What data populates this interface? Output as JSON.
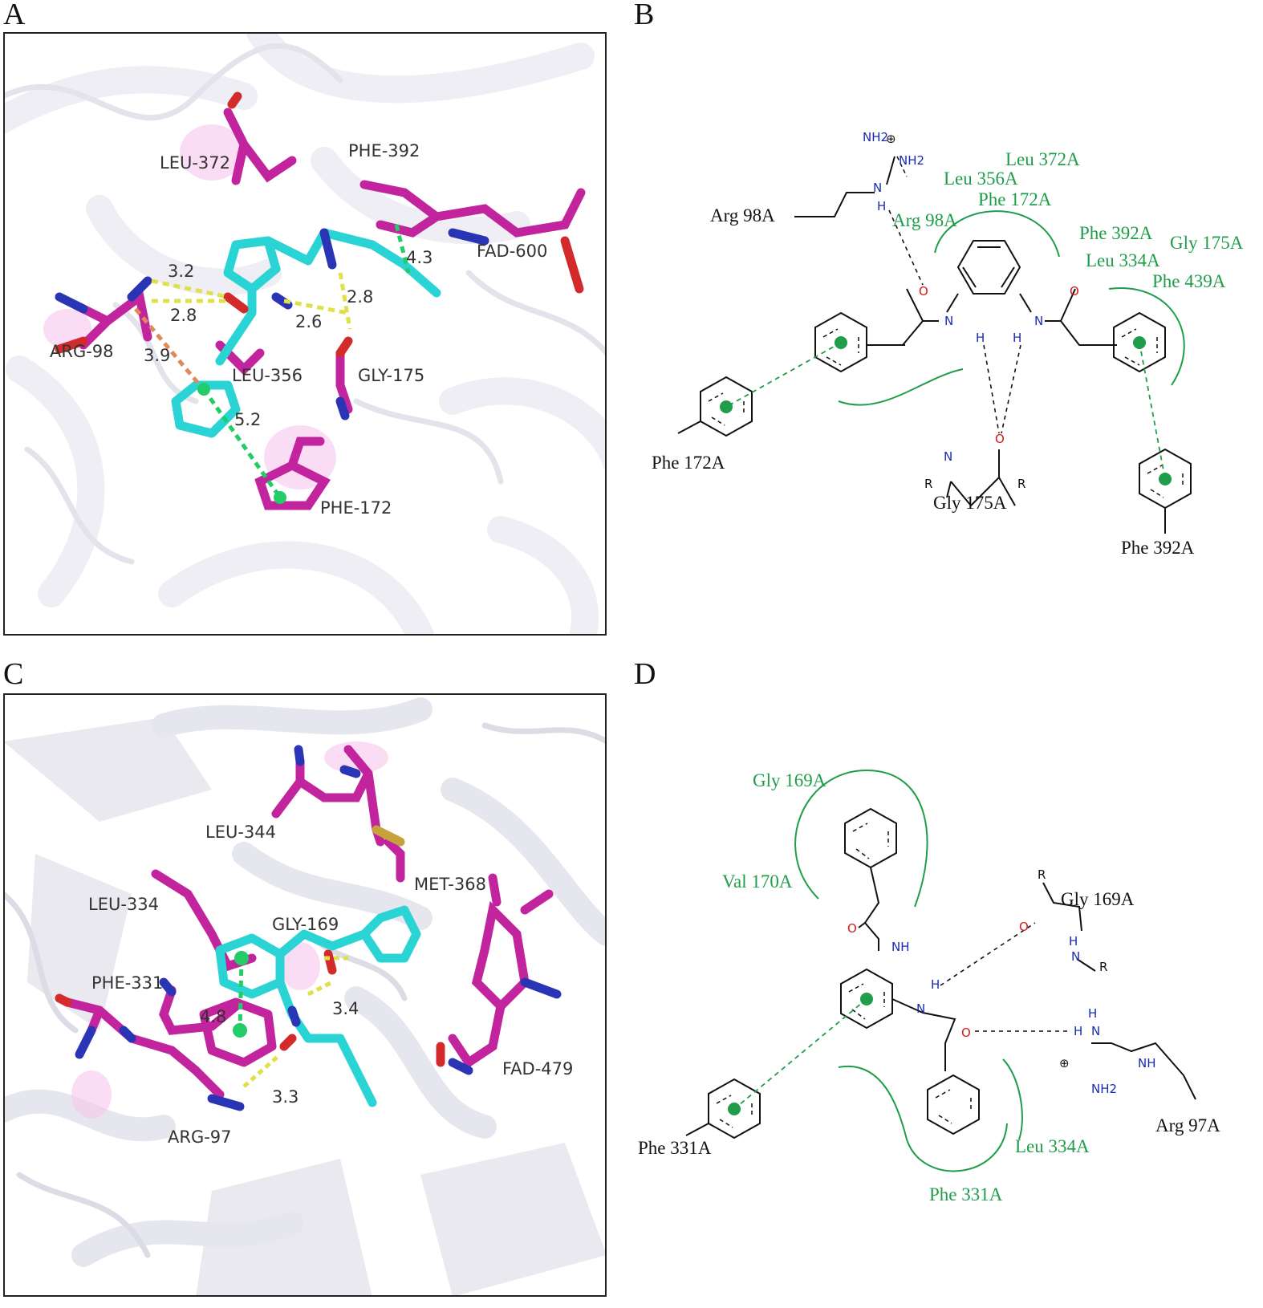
{
  "panels": {
    "a": "A",
    "b": "B",
    "c": "C",
    "d": "D"
  },
  "panel_a": {
    "residues": [
      "LEU-372",
      "PHE-392",
      "FAD-600",
      "ARG-98",
      "LEU-356",
      "GLY-175",
      "PHE-172"
    ],
    "distances": [
      "3.2",
      "2.8",
      "3.9",
      "2.6",
      "2.8",
      "5.2",
      "4.3"
    ]
  },
  "panel_b": {
    "residues": [
      "Arg 98A",
      "Phe 172A",
      "Gly 175A",
      "Phe 392A"
    ],
    "hydrophobic": [
      "Leu 372A",
      "Leu 356A",
      "Phe 172A",
      "Arg 98A",
      "Phe 392A",
      "Gly 175A",
      "Leu 334A",
      "Phe 439A"
    ],
    "atoms": {
      "nh2_plus": "NH2",
      "nh2": "NH2",
      "n": "N",
      "h": "H",
      "o": "O",
      "nh": "N",
      "r": "R",
      "plus": "⊕"
    }
  },
  "panel_c": {
    "residues": [
      "LEU-344",
      "MET-368",
      "LEU-334",
      "GLY-169",
      "PHE-331",
      "ARG-97",
      "FAD-479"
    ],
    "distances": [
      "4.8",
      "3.4",
      "3.3"
    ]
  },
  "panel_d": {
    "residues": [
      "Gly 169A",
      "Phe 331A",
      "Arg 97A"
    ],
    "hydrophobic": [
      "Gly 169A",
      "Val 170A",
      "Leu 334A",
      "Phe 331A"
    ],
    "atoms": {
      "o": "O",
      "nh": "NH",
      "n": "N",
      "h": "H",
      "r": "R",
      "nh2": "NH2",
      "plus": "⊕"
    }
  },
  "colors": {
    "carbon_ligand": "#2ad4d4",
    "carbon_residue": "#c2249e",
    "nitrogen": "#2a35b5",
    "oxygen": "#d32b2b",
    "hbond": "#e0e04a",
    "pi": "#22cc66",
    "hydrophobic": "#1f9d4a"
  }
}
